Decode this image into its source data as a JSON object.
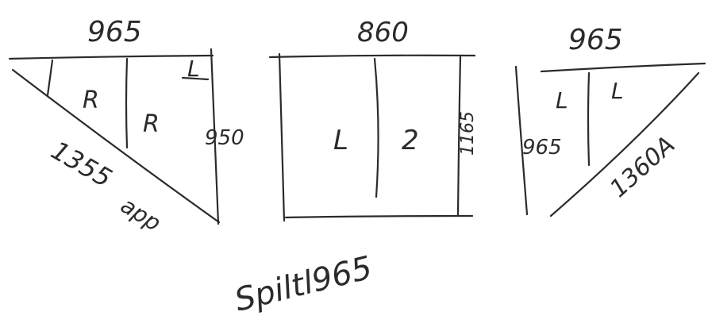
{
  "sketch": {
    "left_panel": {
      "top_width": "965",
      "right_height": "950",
      "diagonal_label": "1355",
      "diagonal_note": "app",
      "cell_1": "R",
      "cell_2": "R",
      "corner_mark": "L"
    },
    "middle_panel": {
      "top_width": "860",
      "right_height": "1165",
      "cell_1": "L",
      "cell_2": "2"
    },
    "right_panel": {
      "top_width": "965",
      "left_height": "965",
      "diagonal_label": "1360A",
      "cell_1": "L",
      "cell_2": "L"
    },
    "footer_note": "Spiltl965"
  }
}
